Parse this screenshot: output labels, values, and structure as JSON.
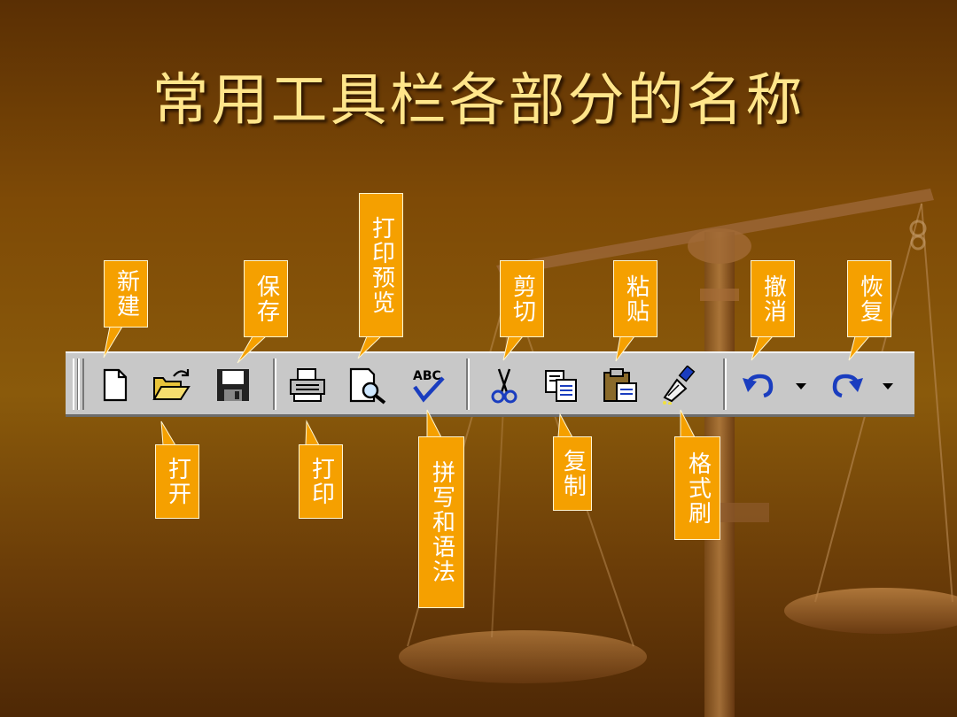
{
  "slide": {
    "title": "常用工具栏各部分的名称"
  },
  "toolbar": {
    "icons": [
      "new-document-icon",
      "open-folder-icon",
      "save-disk-icon",
      "printer-icon",
      "print-preview-icon",
      "spelling-check-icon",
      "scissors-icon",
      "copy-icon",
      "paste-icon",
      "format-painter-icon",
      "undo-icon",
      "redo-icon"
    ],
    "has_dropdowns": [
      "undo",
      "redo"
    ]
  },
  "callouts": {
    "new": "新建",
    "open": "打开",
    "save": "保存",
    "print": "打印",
    "print_preview": "打印预览",
    "spelling_grammar": "拼写和语法",
    "cut": "剪切",
    "copy": "复制",
    "paste": "粘贴",
    "format_painter": "格式刷",
    "undo": "撤消",
    "redo": "恢复"
  },
  "colors": {
    "background": "#7e4a06",
    "title": "#ffe58a",
    "callout": "#f5a000",
    "toolbar": "#c8c8c8"
  }
}
